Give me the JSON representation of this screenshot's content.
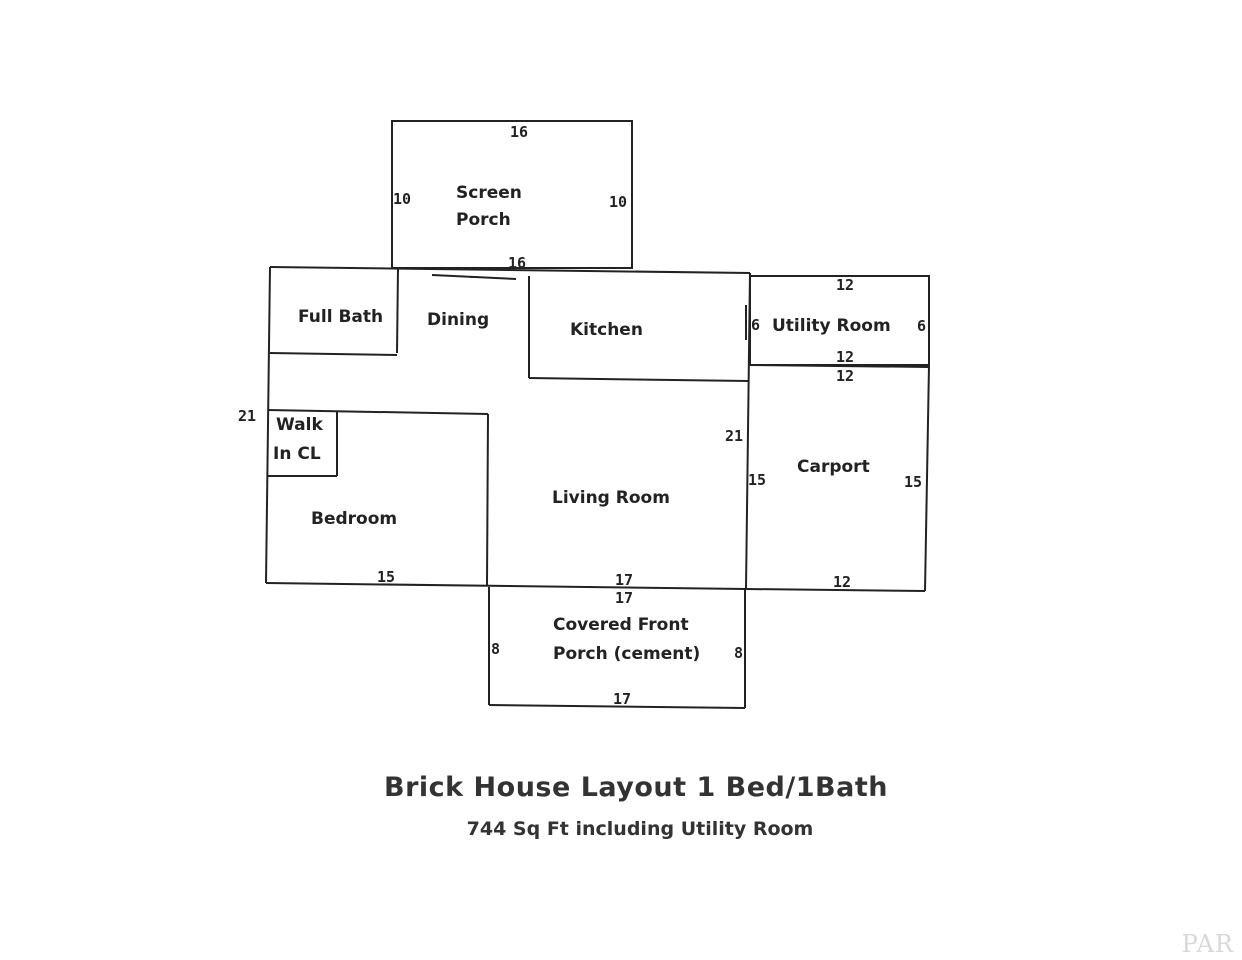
{
  "rooms": {
    "screen_porch": {
      "line1": "Screen",
      "line2": "Porch"
    },
    "full_bath": "Full Bath",
    "dining": "Dining",
    "kitchen": "Kitchen",
    "utility_room": "Utility Room",
    "walk_in_closet": {
      "line1": "Walk",
      "line2": "In CL"
    },
    "bedroom": "Bedroom",
    "living_room": "Living Room",
    "carport": "Carport",
    "covered_front_porch": {
      "line1": "Covered Front",
      "line2": "Porch (cement)"
    }
  },
  "dimensions": {
    "screen_porch_top": "16",
    "screen_porch_left": "10",
    "screen_porch_right": "10",
    "house_top": "16",
    "house_left": "21",
    "house_right": "21",
    "bedroom_bottom": "15",
    "living_bottom": "17",
    "utility_top": "12",
    "utility_left": "6",
    "utility_right": "6",
    "utility_bottom": "12",
    "carport_top": "12",
    "carport_left": "15",
    "carport_right": "15",
    "carport_bottom": "12",
    "porch_top": "17",
    "porch_left": "8",
    "porch_right": "8",
    "porch_bottom": "17"
  },
  "caption": {
    "title": "Brick House Layout  1 Bed/1Bath",
    "subtitle": "744 Sq Ft including Utility Room"
  },
  "watermark": "PAR"
}
